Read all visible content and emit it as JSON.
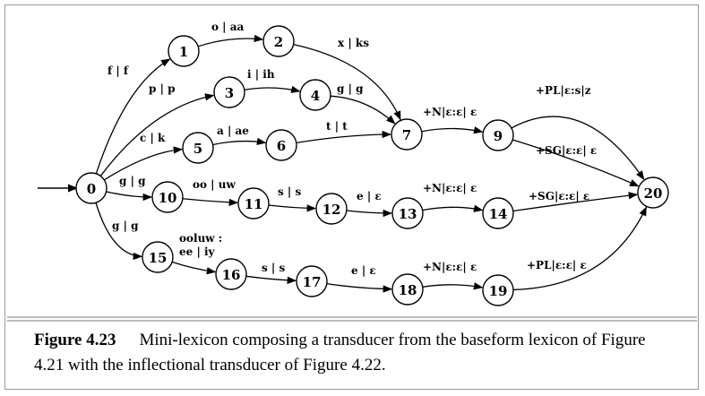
{
  "diagram": {
    "nodes": [
      {
        "id": "0",
        "label": "0"
      },
      {
        "id": "1",
        "label": "1"
      },
      {
        "id": "2",
        "label": "2"
      },
      {
        "id": "3",
        "label": "3"
      },
      {
        "id": "4",
        "label": "4"
      },
      {
        "id": "5",
        "label": "5"
      },
      {
        "id": "6",
        "label": "6"
      },
      {
        "id": "7",
        "label": "7"
      },
      {
        "id": "9",
        "label": "9"
      },
      {
        "id": "10",
        "label": "10"
      },
      {
        "id": "11",
        "label": "11"
      },
      {
        "id": "12",
        "label": "12"
      },
      {
        "id": "13",
        "label": "13"
      },
      {
        "id": "14",
        "label": "14"
      },
      {
        "id": "15",
        "label": "15"
      },
      {
        "id": "16",
        "label": "16"
      },
      {
        "id": "17",
        "label": "17"
      },
      {
        "id": "18",
        "label": "18"
      },
      {
        "id": "19",
        "label": "19"
      },
      {
        "id": "20",
        "label": "20"
      }
    ],
    "edges": [
      {
        "from": "0",
        "to": "1",
        "label": "f | f"
      },
      {
        "from": "1",
        "to": "2",
        "label": "o | aa"
      },
      {
        "from": "2",
        "to": "7",
        "label": "x | ks"
      },
      {
        "from": "0",
        "to": "3",
        "label": "p | p"
      },
      {
        "from": "3",
        "to": "4",
        "label": "i | ih"
      },
      {
        "from": "4",
        "to": "7",
        "label": "g | g"
      },
      {
        "from": "0",
        "to": "5",
        "label": "c | k"
      },
      {
        "from": "5",
        "to": "6",
        "label": "a | ae"
      },
      {
        "from": "6",
        "to": "7",
        "label": "t | t"
      },
      {
        "from": "7",
        "to": "9",
        "label": "+N|ε:ε| ε"
      },
      {
        "from": "9",
        "to": "20",
        "label": "+PL|ε:s|z"
      },
      {
        "from": "9",
        "to": "20",
        "label": "+SG|ε:ε| ε"
      },
      {
        "from": "0",
        "to": "10",
        "label": "g | g"
      },
      {
        "from": "10",
        "to": "11",
        "label": "oo | uw"
      },
      {
        "from": "11",
        "to": "12",
        "label": "s | s"
      },
      {
        "from": "12",
        "to": "13",
        "label": "e | ε"
      },
      {
        "from": "13",
        "to": "14",
        "label": "+N|ε:ε| ε"
      },
      {
        "from": "14",
        "to": "20",
        "label": "+SG|ε:ε| ε"
      },
      {
        "from": "0",
        "to": "15",
        "label": "g | g"
      },
      {
        "from": "15",
        "to": "16",
        "label": [
          "ooluw :",
          "ee | iy"
        ]
      },
      {
        "from": "16",
        "to": "17",
        "label": "s | s"
      },
      {
        "from": "17",
        "to": "18",
        "label": "e | ε"
      },
      {
        "from": "18",
        "to": "19",
        "label": "+N|ε:ε| ε"
      },
      {
        "from": "19",
        "to": "20",
        "label": "+PL|ε:ε| ε"
      }
    ]
  },
  "caption": {
    "figure_number": "Figure 4.23",
    "text": "Mini-lexicon composing a transducer from the baseform lexicon of Figure 4.21 with the inflectional transducer of Figure 4.22."
  }
}
